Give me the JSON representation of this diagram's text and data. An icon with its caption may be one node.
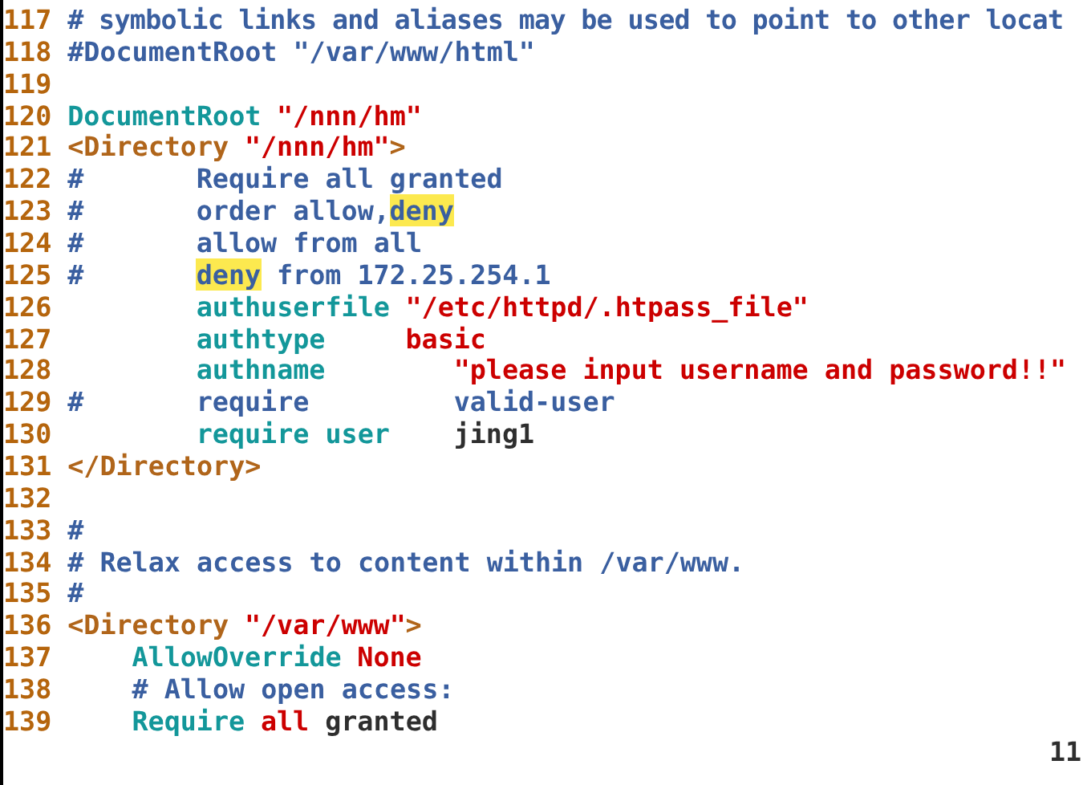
{
  "diagram": {
    "labels": [
      "117",
      "# symbolic links and aliases may be used to point to other locat",
      "118",
      "#DocumentRoot \"/var/www/html\"",
      "119",
      "120",
      "DocumentRoot",
      "\"/nnn/hm\"",
      "121",
      "<Directory",
      "\"/nnn/hm\"",
      ">",
      "122",
      "#",
      "Require all granted",
      "123",
      "#",
      "order allow,",
      "deny",
      "124",
      "#",
      "allow from all",
      "125",
      "#",
      "deny",
      "from 172.25.254.1",
      "126",
      "authuserfile",
      "\"/etc/httpd/.htpass_file\"",
      "127",
      "authtype",
      "basic",
      "128",
      "authname",
      "\"please input username and password!!\"",
      "129",
      "#",
      "require",
      "valid-user",
      "130",
      "require user",
      "jing1",
      "131",
      "</Directory>",
      "132",
      "133",
      "#",
      "134",
      "# Relax access to content within /var/www.",
      "135",
      "#",
      "136",
      "<Directory",
      "\"/var/www\"",
      ">",
      "137",
      "AllowOverride",
      "None",
      "138",
      "# Allow open access:",
      "139",
      "Require",
      "all",
      "granted",
      "11"
    ]
  }
}
